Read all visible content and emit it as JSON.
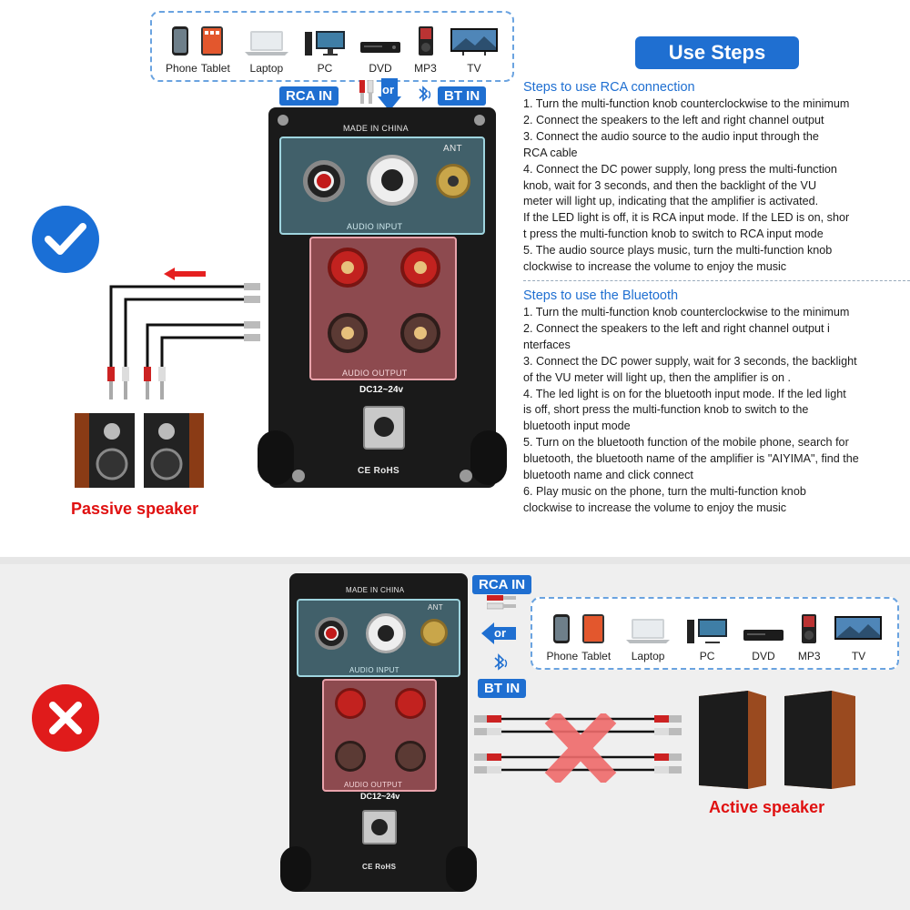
{
  "devices": [
    {
      "label": "Phone",
      "icon": "phone-icon"
    },
    {
      "label": "Tablet",
      "icon": "tablet-icon"
    },
    {
      "label": "Laptop",
      "icon": "laptop-icon"
    },
    {
      "label": "PC",
      "icon": "pc-icon"
    },
    {
      "label": "DVD",
      "icon": "dvd-icon"
    },
    {
      "label": "MP3",
      "icon": "mp3-icon"
    },
    {
      "label": "TV",
      "icon": "tv-icon"
    }
  ],
  "inputs": {
    "rca": "RCA IN",
    "or": "or",
    "bt": "BT IN"
  },
  "amp": {
    "made_in": "MADE IN CHINA",
    "ant": "ANT",
    "audio_input": "AUDIO INPUT",
    "audio_output": "AUDIO OUTPUT",
    "dc": "DC12~24v",
    "certs": "CE RoHS"
  },
  "use_steps_title": "Use Steps",
  "rca_section": {
    "title": "Steps to use RCA connection",
    "lines": [
      "1. Turn the multi-function knob counterclockwise to the minimum",
      "2. Connect the speakers to the left and right channel output",
      "3. Connect the audio source to the audio input through the",
      "RCA cable",
      "4. Connect the DC power supply, long press the multi-function",
      "knob, wait for 3 seconds, and then the backlight of the VU",
      "meter will light up, indicating that the amplifier is activated.",
      "If the LED light is off, it is RCA input mode. If the LED is on, shor",
      "t press the multi-function knob to switch to RCA input mode",
      "5. The audio source plays music, turn the multi-function knob",
      " clockwise to increase the volume to enjoy the music"
    ]
  },
  "bt_section": {
    "title": "Steps to use the Bluetooth",
    "lines": [
      "1. Turn the multi-function knob counterclockwise to the minimum",
      "2. Connect the speakers to the left and right channel output i",
      "nterfaces",
      "3. Connect the DC power supply, wait for 3 seconds, the backlight",
      "of the VU meter will light up, then the amplifier is on .",
      "4. The led light is on for the bluetooth input mode. If the led light",
      "is off, short press the multi-function knob to switch to the",
      "bluetooth input mode",
      "5. Turn on the bluetooth function of the mobile phone, search for",
      "bluetooth, the bluetooth name of the amplifier is \"AIYIMA\", find the",
      "bluetooth name and click connect",
      "6. Play music on the phone, turn the multi-function knob",
      "clockwise to increase the volume to enjoy the music"
    ]
  },
  "passive_label": "Passive speaker",
  "active_label": "Active speaker",
  "colors": {
    "accent_blue": "#1f6fd1",
    "alert_red": "#e01010",
    "input_panel": "#41606a",
    "output_panel": "#8d4a4f"
  }
}
